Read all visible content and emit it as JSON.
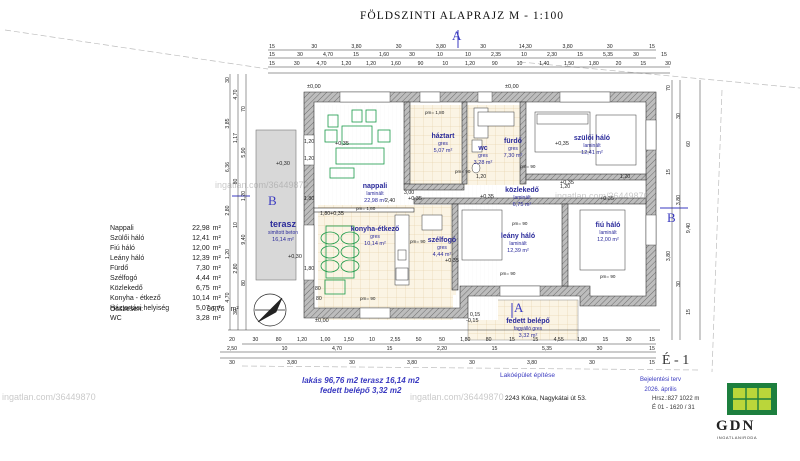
{
  "title": "FÖLDSZINTI ALAPRAJZ   M - 1:100",
  "rooms": [
    {
      "name": "háztart",
      "material": "gres",
      "area": "5,07 m²"
    },
    {
      "name": "wc",
      "material": "gres",
      "area": "3,28 m²"
    },
    {
      "name": "fürdő",
      "material": "gres",
      "area": "7,30 m²"
    },
    {
      "name": "szülői háló",
      "material": "laminált",
      "area": "12,41 m²"
    },
    {
      "name": "nappali",
      "material": "laminált",
      "area": "22,98 m²"
    },
    {
      "name": "közlekedő",
      "material": "laminált",
      "area": "6,75 m²"
    },
    {
      "name": "fiú háló",
      "material": "laminált",
      "area": "12,00 m²"
    },
    {
      "name": "konyha-étkező",
      "material": "gres",
      "area": "10,14 m²"
    },
    {
      "name": "szélfogó",
      "material": "gres",
      "area": "4,44 m²"
    },
    {
      "name": "leány háló",
      "material": "laminált",
      "area": "12,39 m²"
    },
    {
      "name": "terasz",
      "material": "simított beton",
      "area": "16,14 m²"
    },
    {
      "name": "fedett belépő",
      "material": "fagyálló gres",
      "area": "3,32 m²"
    }
  ],
  "area_table": {
    "unit": "m²",
    "rows": [
      {
        "label": "Nappali",
        "value": "22,98"
      },
      {
        "label": "Szülői háló",
        "value": "12,41"
      },
      {
        "label": "Fiú háló",
        "value": "12,00"
      },
      {
        "label": "Leány háló",
        "value": "12,39"
      },
      {
        "label": "Fürdő",
        "value": "7,30"
      },
      {
        "label": "Szélfogó",
        "value": "4,44"
      },
      {
        "label": "Közlekedő",
        "value": "6,75"
      },
      {
        "label": "Konyha - étkező",
        "value": "10,14"
      },
      {
        "label": "Háztartási helyiség",
        "value": "5,07"
      },
      {
        "label": "WC",
        "value": "3,28"
      }
    ],
    "total_label": "Összesen:",
    "total_value": "96,76"
  },
  "summary": {
    "line1": "lakás  96,76 m2  terasz 16,14 m2",
    "line2": "fedett belépő 3,32 m2"
  },
  "project_label": "Lakóépület építése",
  "address": "2243 Kóka, Nagykátai út 53.",
  "side_notes": {
    "plan_type": "Bejelentési terv",
    "date": "2026. április",
    "hrsz": "Hrsz.:827   1022 m",
    "sheet": "É 01 - 1620 / 31"
  },
  "sheet_code": "É - 1",
  "section_marks": [
    "A",
    "B",
    "B",
    "A"
  ],
  "watermark": "ingatlan.com/36449870",
  "logo": {
    "name": "GDN",
    "subtitle": "INGATLANIRODA"
  },
  "dims_top_row1": [
    "15",
    "30",
    "3,80",
    "30",
    "3,80",
    "30",
    "14,30",
    "3,80",
    "30",
    "15"
  ],
  "dims_top_row2": [
    "15",
    "30",
    "4,70",
    "15",
    "1,60",
    "30",
    "10",
    "10",
    "2,35",
    "10",
    "2,30",
    "15",
    "5,35",
    "30",
    "15"
  ],
  "dims_top_row3": [
    "15",
    "30",
    "4,70",
    "1,20",
    "1,20",
    "1,60",
    "90",
    "10",
    "1,20",
    "90",
    "10",
    "1,40",
    "1,50",
    "1,80",
    "20",
    "15",
    "30"
  ],
  "dims_bottom_row1": [
    "20",
    "30",
    "80",
    "1,20",
    "1,00",
    "1,50",
    "10",
    "2,55",
    "50",
    "50",
    "1,80",
    "80",
    "15",
    "15",
    "4,55",
    "1,80",
    "15",
    "30",
    "15"
  ],
  "dims_bottom_row2": [
    "2,50",
    "10",
    "4,70",
    "15",
    "2,20",
    "15",
    "5,35",
    "30",
    "15"
  ],
  "dims_bottom_row3": [
    "30",
    "3,80",
    "30",
    "3,80",
    "30",
    "3,80",
    "30",
    "15"
  ],
  "levels": [
    "±0,00",
    "±0,00",
    "+0,30",
    "+0,35",
    "+0,35",
    "+0,35",
    "+0,35",
    "+0,35",
    "+0,35",
    "+0,35",
    "+0,35",
    "+0,30",
    "-0,15",
    "±0,00"
  ],
  "door_labels": [
    "pm= 1,80",
    "pm= 90",
    "pm= 90",
    "pm= 1,80",
    "pm= 90",
    "pm= 90",
    "pm= 90",
    "pm= 90",
    "pm= 90"
  ],
  "misc_dims": [
    "1,20",
    "1,20",
    "1,80",
    "1,80",
    "1,80",
    "3,00",
    "2,40",
    "80",
    "1,20",
    "1,20",
    "1,20",
    "80",
    "0,15"
  ],
  "left_dims": [
    "30",
    "4,70",
    "70",
    "3,85",
    "1,17",
    "5,90",
    "6,36",
    "80",
    "1,20",
    "2,80",
    "10",
    "9,40",
    "1,20",
    "2,80",
    "80",
    "4,70",
    "30"
  ],
  "right_dims": [
    "70",
    "30",
    "60",
    "15",
    "3,80",
    "9,40",
    "3,80",
    "30",
    "15"
  ]
}
